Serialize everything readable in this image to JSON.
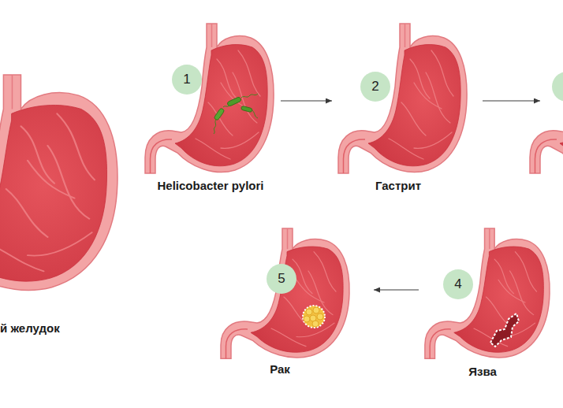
{
  "diagram": {
    "nodes": [
      {
        "text": [
          "й желудок"
        ]
      },
      {
        "text": [
          "1",
          "Helicobacter pylori"
        ]
      },
      {
        "text": [
          "2",
          "Гастрит"
        ]
      },
      {
        "text": [
          "4",
          "Язва"
        ]
      },
      {
        "text": [
          "5",
          "Рак"
        ]
      }
    ],
    "edges": [
      {
        "from": 1,
        "to": 2,
        "arrow": "to"
      },
      {
        "from": 3,
        "to": 4,
        "arrow": "to"
      }
    ]
  }
}
